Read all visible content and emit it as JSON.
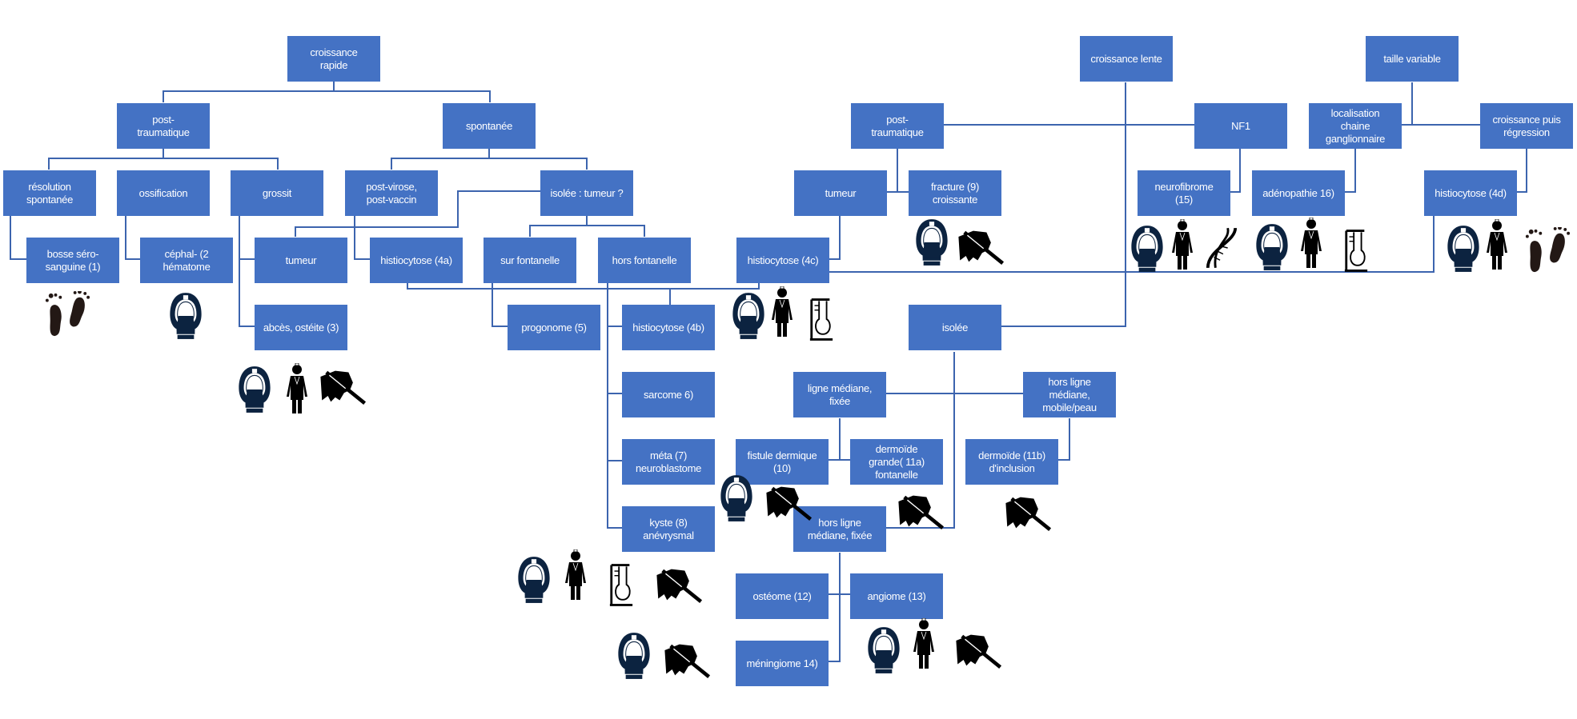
{
  "colors": {
    "box": "#4472C4",
    "line": "#3C64AE",
    "text": "#FFFFFF",
    "scanner": "#0C2340",
    "icon": "#000000"
  },
  "nodes": {
    "croissance_rapide": "croissance\nrapide",
    "post_traumatique_1": "post-\ntraumatique",
    "spontanee": "spontanée",
    "resolution": "résolution\nspontanée",
    "ossification": "ossification",
    "grossit": "grossit",
    "post_virose": "post-virose,\npost-vaccin",
    "isolee_tumeur": "isolée : tumeur ?",
    "bosse": "bosse séro-\nsanguine (1)",
    "cephal": "céphal- (2\nhématome",
    "tumeur_1": "tumeur",
    "histio_4a": "histiocytose (4a)",
    "sur_fontanelle": "sur fontanelle",
    "hors_fontanelle": "hors fontanelle",
    "histio_4c": "histiocytose (4c)",
    "abces": "abcès, ostéite (3)",
    "progonome": "progonome (5)",
    "histio_4b": "histiocytose (4b)",
    "sarcome": "sarcome 6)",
    "meta": "méta (7)\nneuroblastome",
    "kyste": "kyste (8)\nanévrysmal",
    "croissance_lente": "croissance lente",
    "taille_variable": "taille variable",
    "post_traumatique_2": "post-\ntraumatique",
    "nf1": "NF1",
    "localisation": "localisation\nchaine\nganglionnaire",
    "croissance_regression": "croissance puis\nrégression",
    "tumeur_2": "tumeur",
    "fracture": "fracture (9)\ncroissante",
    "neurofibrome": "neurofibrome\n(15)",
    "adenopathie": "adénopathie 16)",
    "histio_4d": "histiocytose (4d)",
    "isolee": "isolée",
    "ligne_mediane": "ligne médiane,\nfixée",
    "hors_ligne_mobile": "hors ligne\nmédiane,\nmobile/peau",
    "fistule": "fistule dermique\n(10)",
    "dermoide_11a": "dermoïde\ngrande( 11a)\nfontanelle",
    "dermoide_11b": "dermoïde (11b)\nd'inclusion",
    "hors_ligne_fixee": "hors ligne\nmédiane, fixée",
    "osteome": "ostéome (12)",
    "angiome": "angiome (13)",
    "meningiome": "méningiome 14)"
  }
}
